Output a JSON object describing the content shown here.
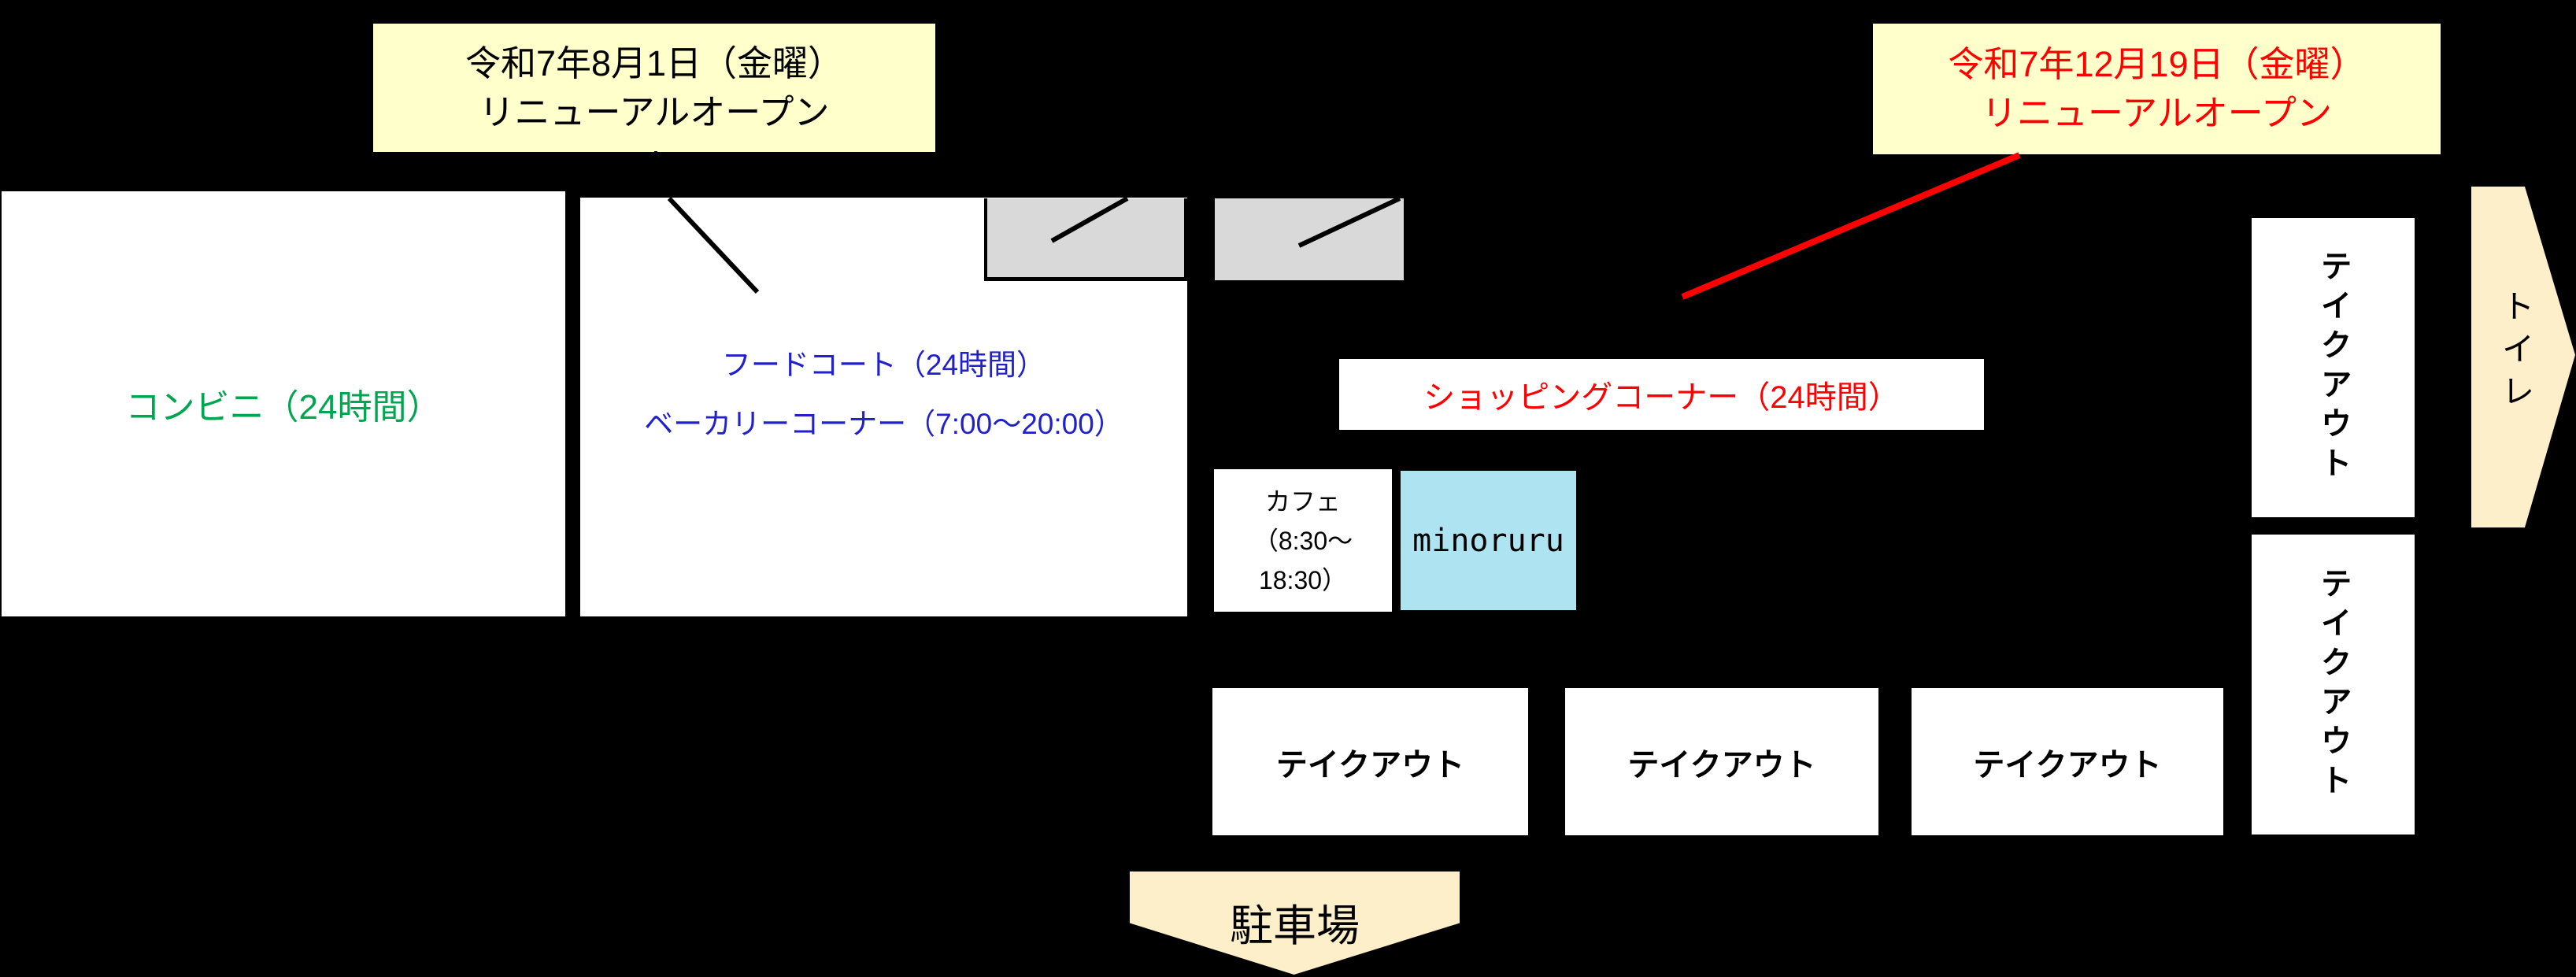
{
  "colors": {
    "background": "#000000",
    "callout_bg": "#FFFFCC",
    "arrow_sign_bg": "#FCEFC9",
    "gray_entrance_box": "#D9D9D9",
    "minoruru_bg": "#AEE4F2",
    "convenience_text": "#00A550",
    "foodcourt_text": "#2020CC",
    "highlight_red": "#FF0000"
  },
  "callouts": {
    "august": {
      "line1": "令和7年8月1日（金曜）",
      "line2": "リニューアルオープン"
    },
    "december": {
      "line1": "令和7年12月19日（金曜）",
      "line2": "リニューアルオープン"
    }
  },
  "rooms": {
    "convenience": {
      "label": "コンビニ（24時間）"
    },
    "foodcourt": {
      "line1": "フードコート（24時間）",
      "line2": "ベーカリーコーナー（7:00～20:00）"
    },
    "shopping": {
      "label": "ショッピングコーナー（24時間）"
    },
    "cafe": {
      "line1": "カフェ",
      "line2": "（8:30～",
      "line3": "18:30）"
    },
    "minoruru": {
      "label": "minoruru"
    },
    "takeout_a": {
      "label": "テイクアウト"
    },
    "takeout_b": {
      "label": "テイクアウト"
    },
    "takeout_c": {
      "label": "テイクアウト"
    },
    "takeout_v1": {
      "label": "テイクアウト"
    },
    "takeout_v2": {
      "label": "テイクアウト"
    }
  },
  "signs": {
    "toilet": {
      "label": "トイレ"
    },
    "parking": {
      "label": "駐車場"
    }
  }
}
